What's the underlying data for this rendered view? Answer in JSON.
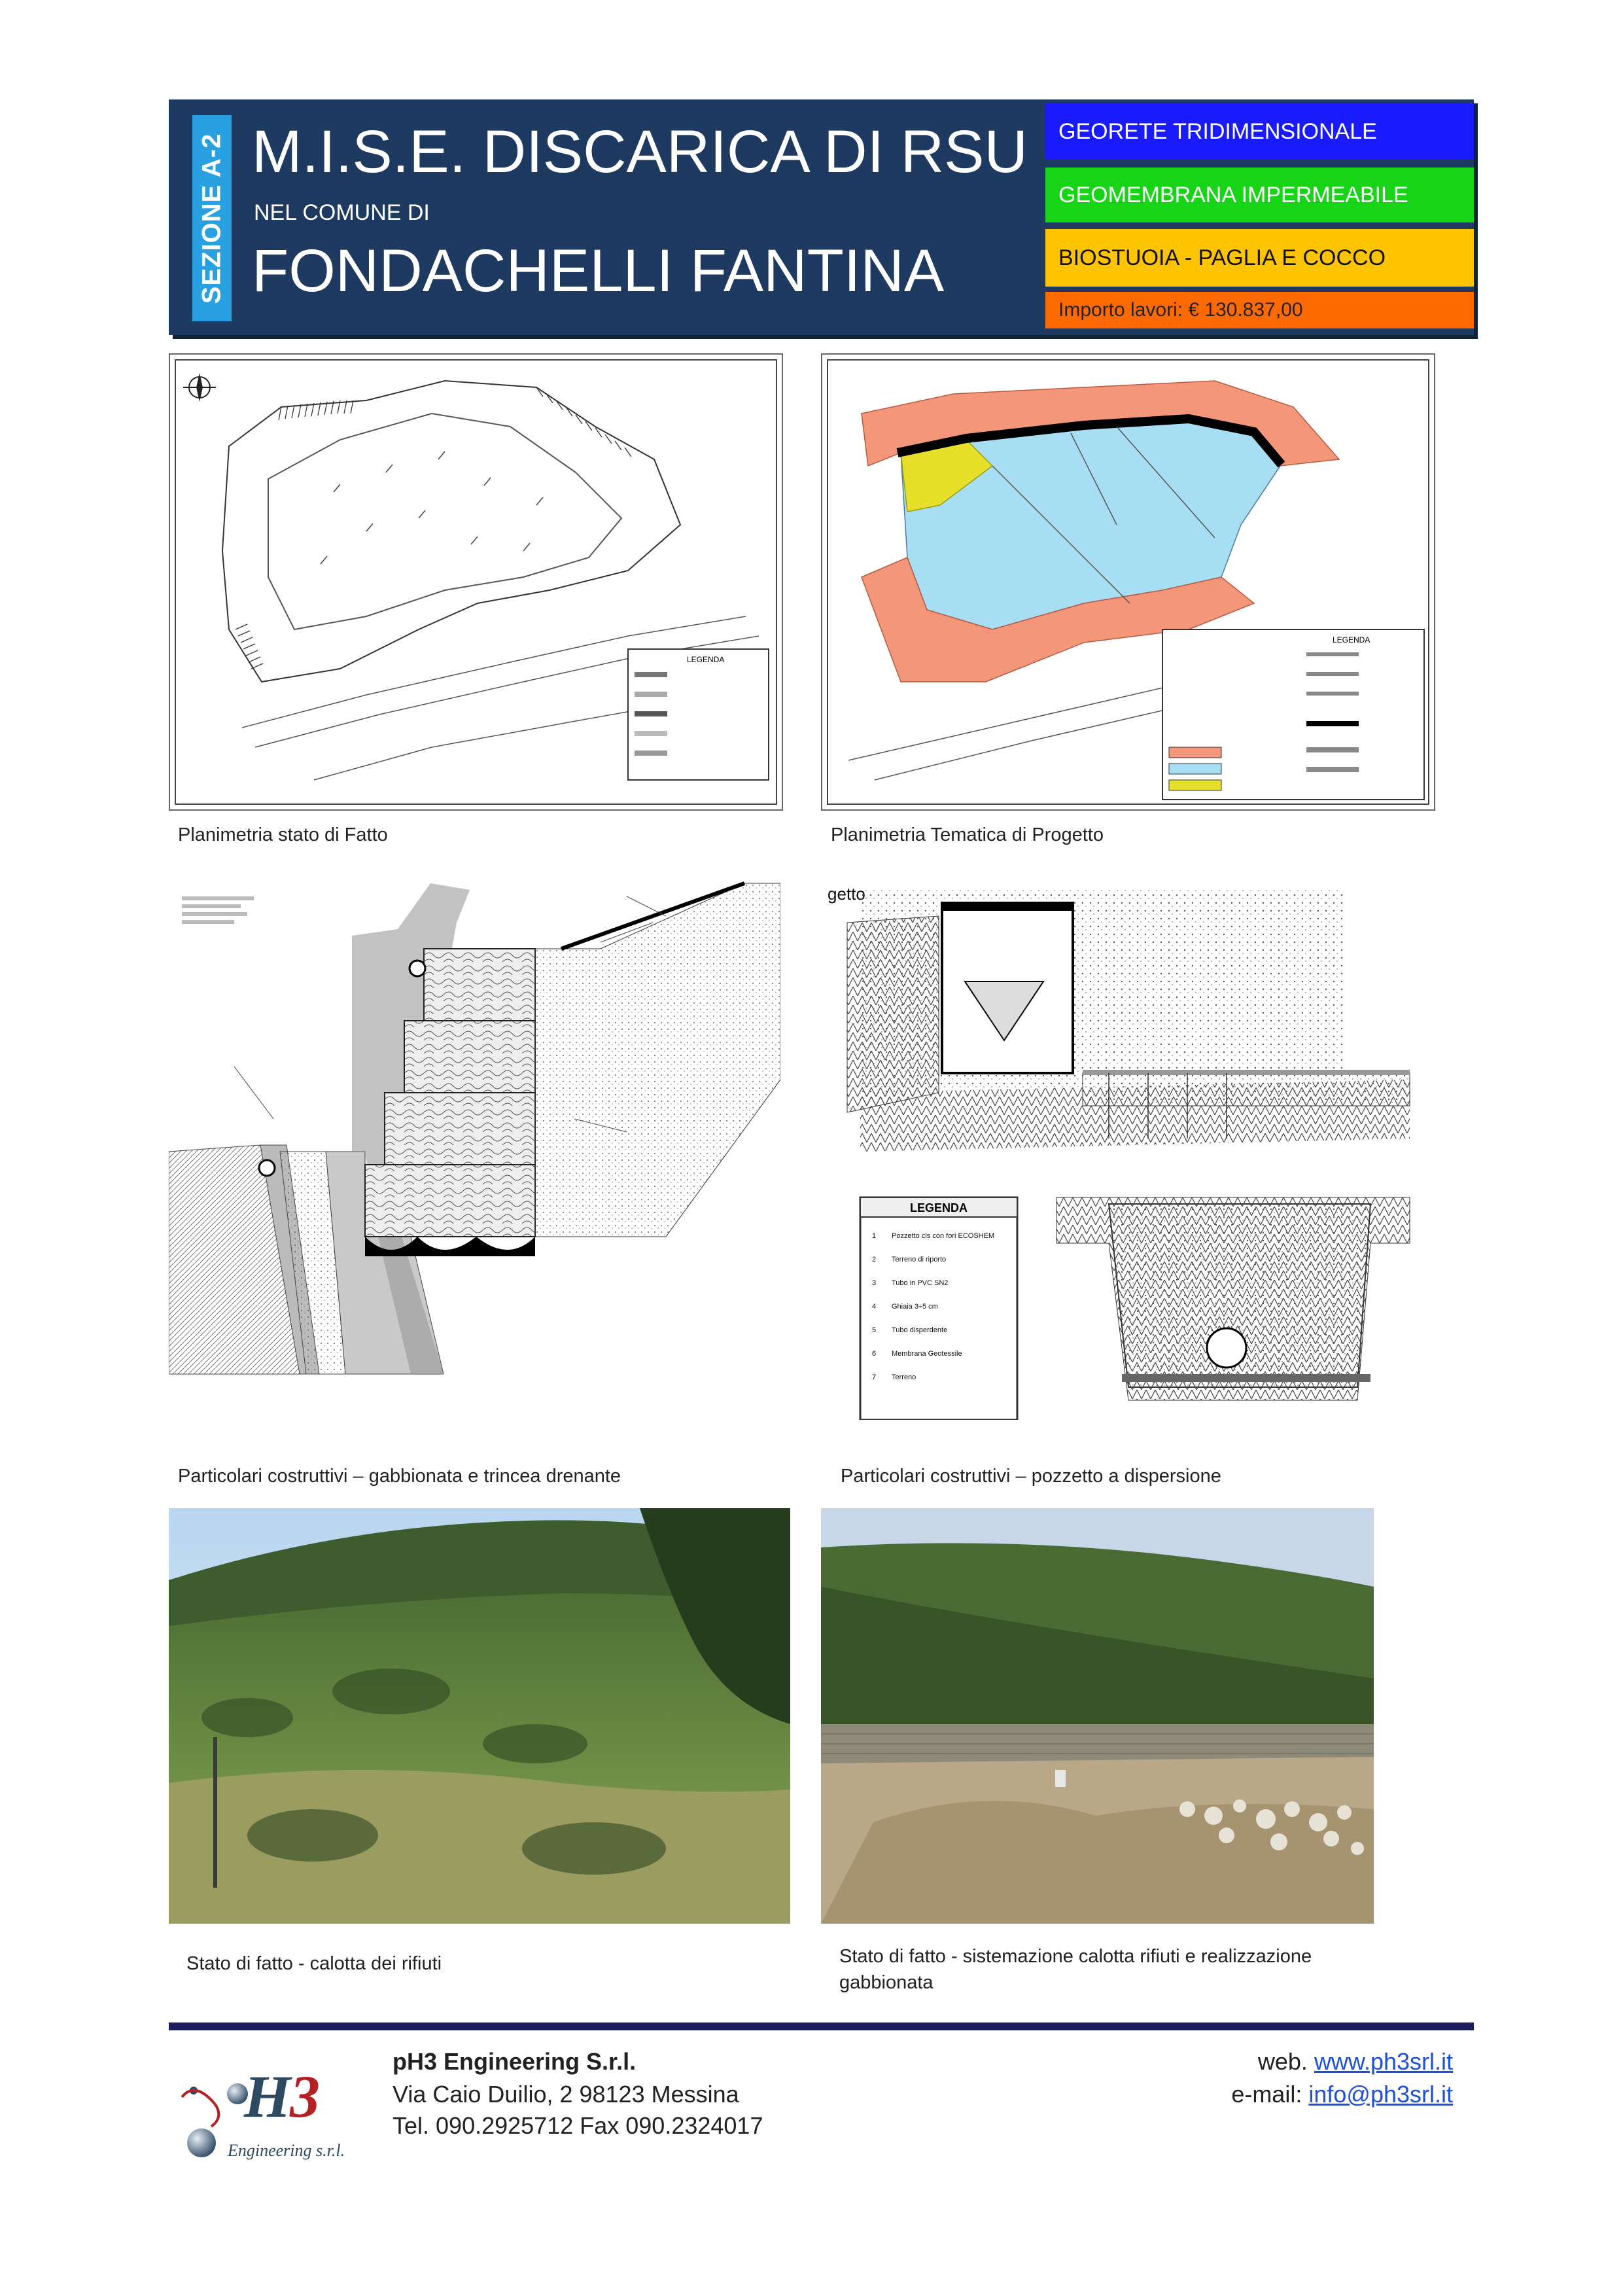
{
  "header": {
    "section": "SEZIONE A-2",
    "title": "M.I.S.E. DISCARICA DI RSU",
    "subtitle": "NEL COMUNE DI",
    "title2": "FONDACHELLI FANTINA",
    "tags": [
      {
        "label": "GEORETE TRIDIMENSIONALE",
        "color": "#1a1aff"
      },
      {
        "label": "GEOMEMBRANA IMPERMEABILE",
        "color": "#17d417"
      },
      {
        "label": "BIOSTUOIA - PAGLIA E COCCO",
        "color": "#ffc400"
      },
      {
        "label": "Importo lavori: € 130.837,00",
        "color": "#ff6a00"
      }
    ]
  },
  "figures": {
    "plan_current": {
      "caption": "Planimetria stato di Fatto",
      "legend_title": "LEGENDA"
    },
    "plan_project": {
      "caption": "Planimetria Tematica di Progetto",
      "legend_title": "LEGENDA"
    },
    "detail_gabion": {
      "caption": "Particolari costruttivi – gabbionata e trincea drenante"
    },
    "detail_well": {
      "caption": "Particolari costruttivi – pozzetto a dispersione",
      "legend_title": "LEGENDA",
      "legend_items": [
        {
          "n": "1",
          "label": "Pozzetto cls con fori ECOSHEM"
        },
        {
          "n": "2",
          "label": "Terreno di riporto"
        },
        {
          "n": "3",
          "label": "Tubo in PVC SN2"
        },
        {
          "n": "4",
          "label": "Ghiaia 3÷5 cm"
        },
        {
          "n": "5",
          "label": "Tubo disperdente"
        },
        {
          "n": "6",
          "label": "Membrana Geotessile"
        },
        {
          "n": "7",
          "label": "Terreno"
        }
      ],
      "side_label": "getto"
    },
    "photo_1": {
      "caption": "Stato di fatto - calotta dei rifiuti"
    },
    "photo_2": {
      "caption_line1": "Stato di fatto -  sistemazione calotta rifiuti e realizzazione",
      "caption_line2": "gabbionata"
    }
  },
  "footer": {
    "logo_text": "Engineering s.r.l.",
    "company": "pH3 Engineering S.r.l.",
    "address": "Via Caio Duilio, 2 98123 Messina",
    "phone": "Tel. 090.2925712 Fax 090.2324017",
    "web_label": "web.",
    "web_url": "www.ph3srl.it",
    "email_label": "e-mail:",
    "email": "info@ph3srl.it"
  },
  "colors": {
    "header_bg": "#1f3a60",
    "section_tag": "#29a0e0",
    "footer_rule": "#1c1c5e",
    "orange_area": "#f4967a",
    "blue_area": "#a8def4",
    "yellow_area": "#e6e02a"
  }
}
